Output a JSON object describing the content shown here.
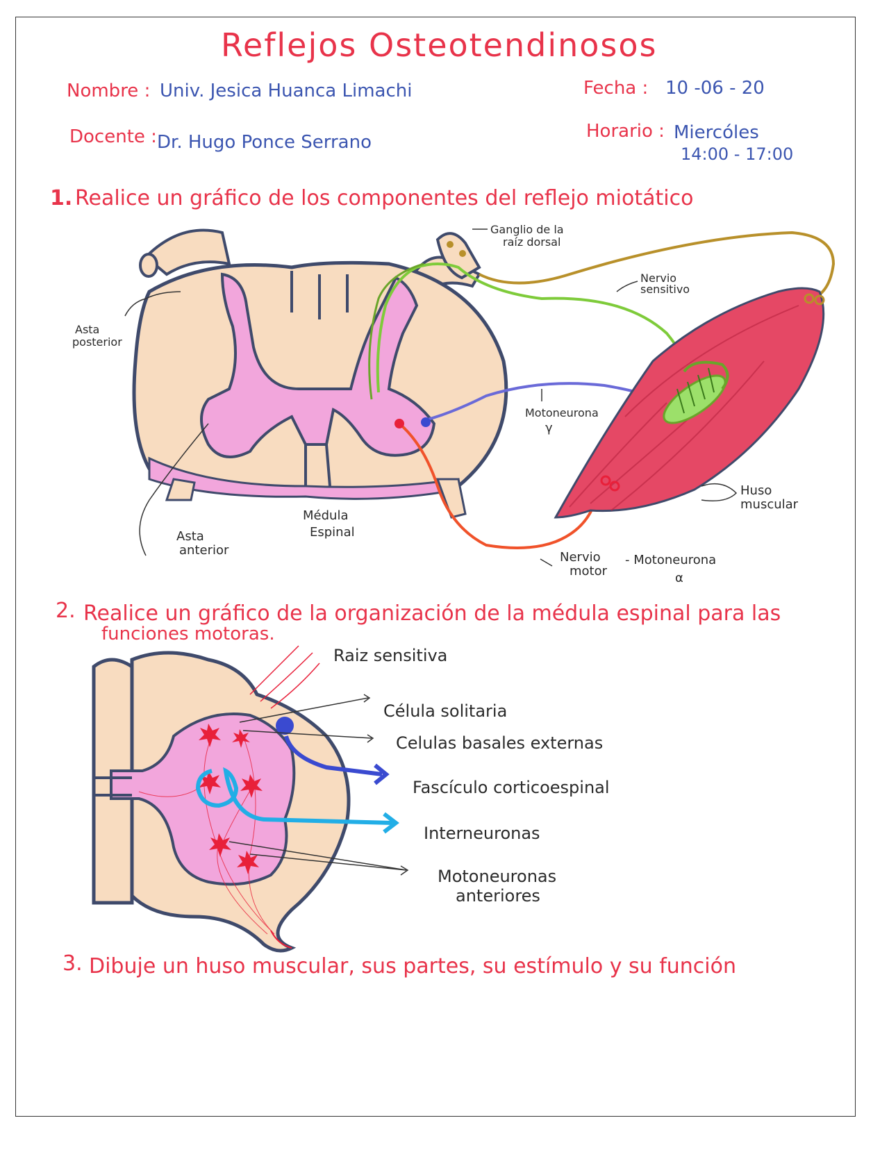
{
  "title": "Reflejos Osteotendinosos",
  "header": {
    "nombre_label": "Nombre :",
    "nombre_value": "Univ. Jesica Huanca Limachi",
    "fecha_label": "Fecha :",
    "fecha_value": "10 -06 - 20",
    "docente_label": "Docente :",
    "docente_value": "Dr. Hugo Ponce Serrano",
    "horario_label": "Horario :",
    "horario_day": "Miercóles",
    "horario_time": "14:00 - 17:00"
  },
  "questions": [
    {
      "number": "1.",
      "text": "Realice un gráfico de los componentes del reflejo miotático"
    },
    {
      "number": "2.",
      "text": "Realice un gráfico de la organización de la médula espinal para las",
      "text_line2": "funciones motoras."
    },
    {
      "number": "3.",
      "text": "Dibuje un huso muscular, sus partes, su estímulo y su función"
    }
  ],
  "diagram1": {
    "labels": {
      "ganglio": "Ganglio de la",
      "ganglio2": "raíz dorsal",
      "nervio_sensitivo": "Nervio",
      "nervio_sensitivo2": "sensitivo",
      "asta_posterior": "Asta",
      "asta_posterior2": "posterior",
      "motoneurona_gamma": "Motoneurona",
      "gamma_symbol": "γ",
      "huso": "Huso",
      "huso2": "muscular",
      "medula": "Médula",
      "medula2": "Espinal",
      "asta_anterior": "Asta",
      "asta_anterior2": "anterior",
      "nervio_motor": "Nervio",
      "nervio_motor2": "motor",
      "motoneurona_alfa": "- Motoneurona",
      "alfa_symbol": "α"
    },
    "colors": {
      "gray_matter": "#f2a6dc",
      "white_matter": "#f8dcc0",
      "outline": "#3f4a6b",
      "sensory_nerve": "#7ecb3a",
      "motor_nerve": "#f0522a",
      "gamma_nerve": "#6a6ad8",
      "muscle": "#e54865",
      "dorsal_nerve": "#b8902a"
    }
  },
  "diagram2": {
    "labels": {
      "raiz": "Raiz sensitiva",
      "celula_solitaria": "Célula solitaria",
      "basales": "Celulas basales externas",
      "fasciculo": "Fascículo corticoespinal",
      "interneuronas": "Interneuronas",
      "motoneuronas": "Motoneuronas",
      "motoneuronas2": "anteriores"
    },
    "colors": {
      "neuron": "#e8203a",
      "tract": "#3a4ad0",
      "interneuron": "#22aee6"
    }
  }
}
